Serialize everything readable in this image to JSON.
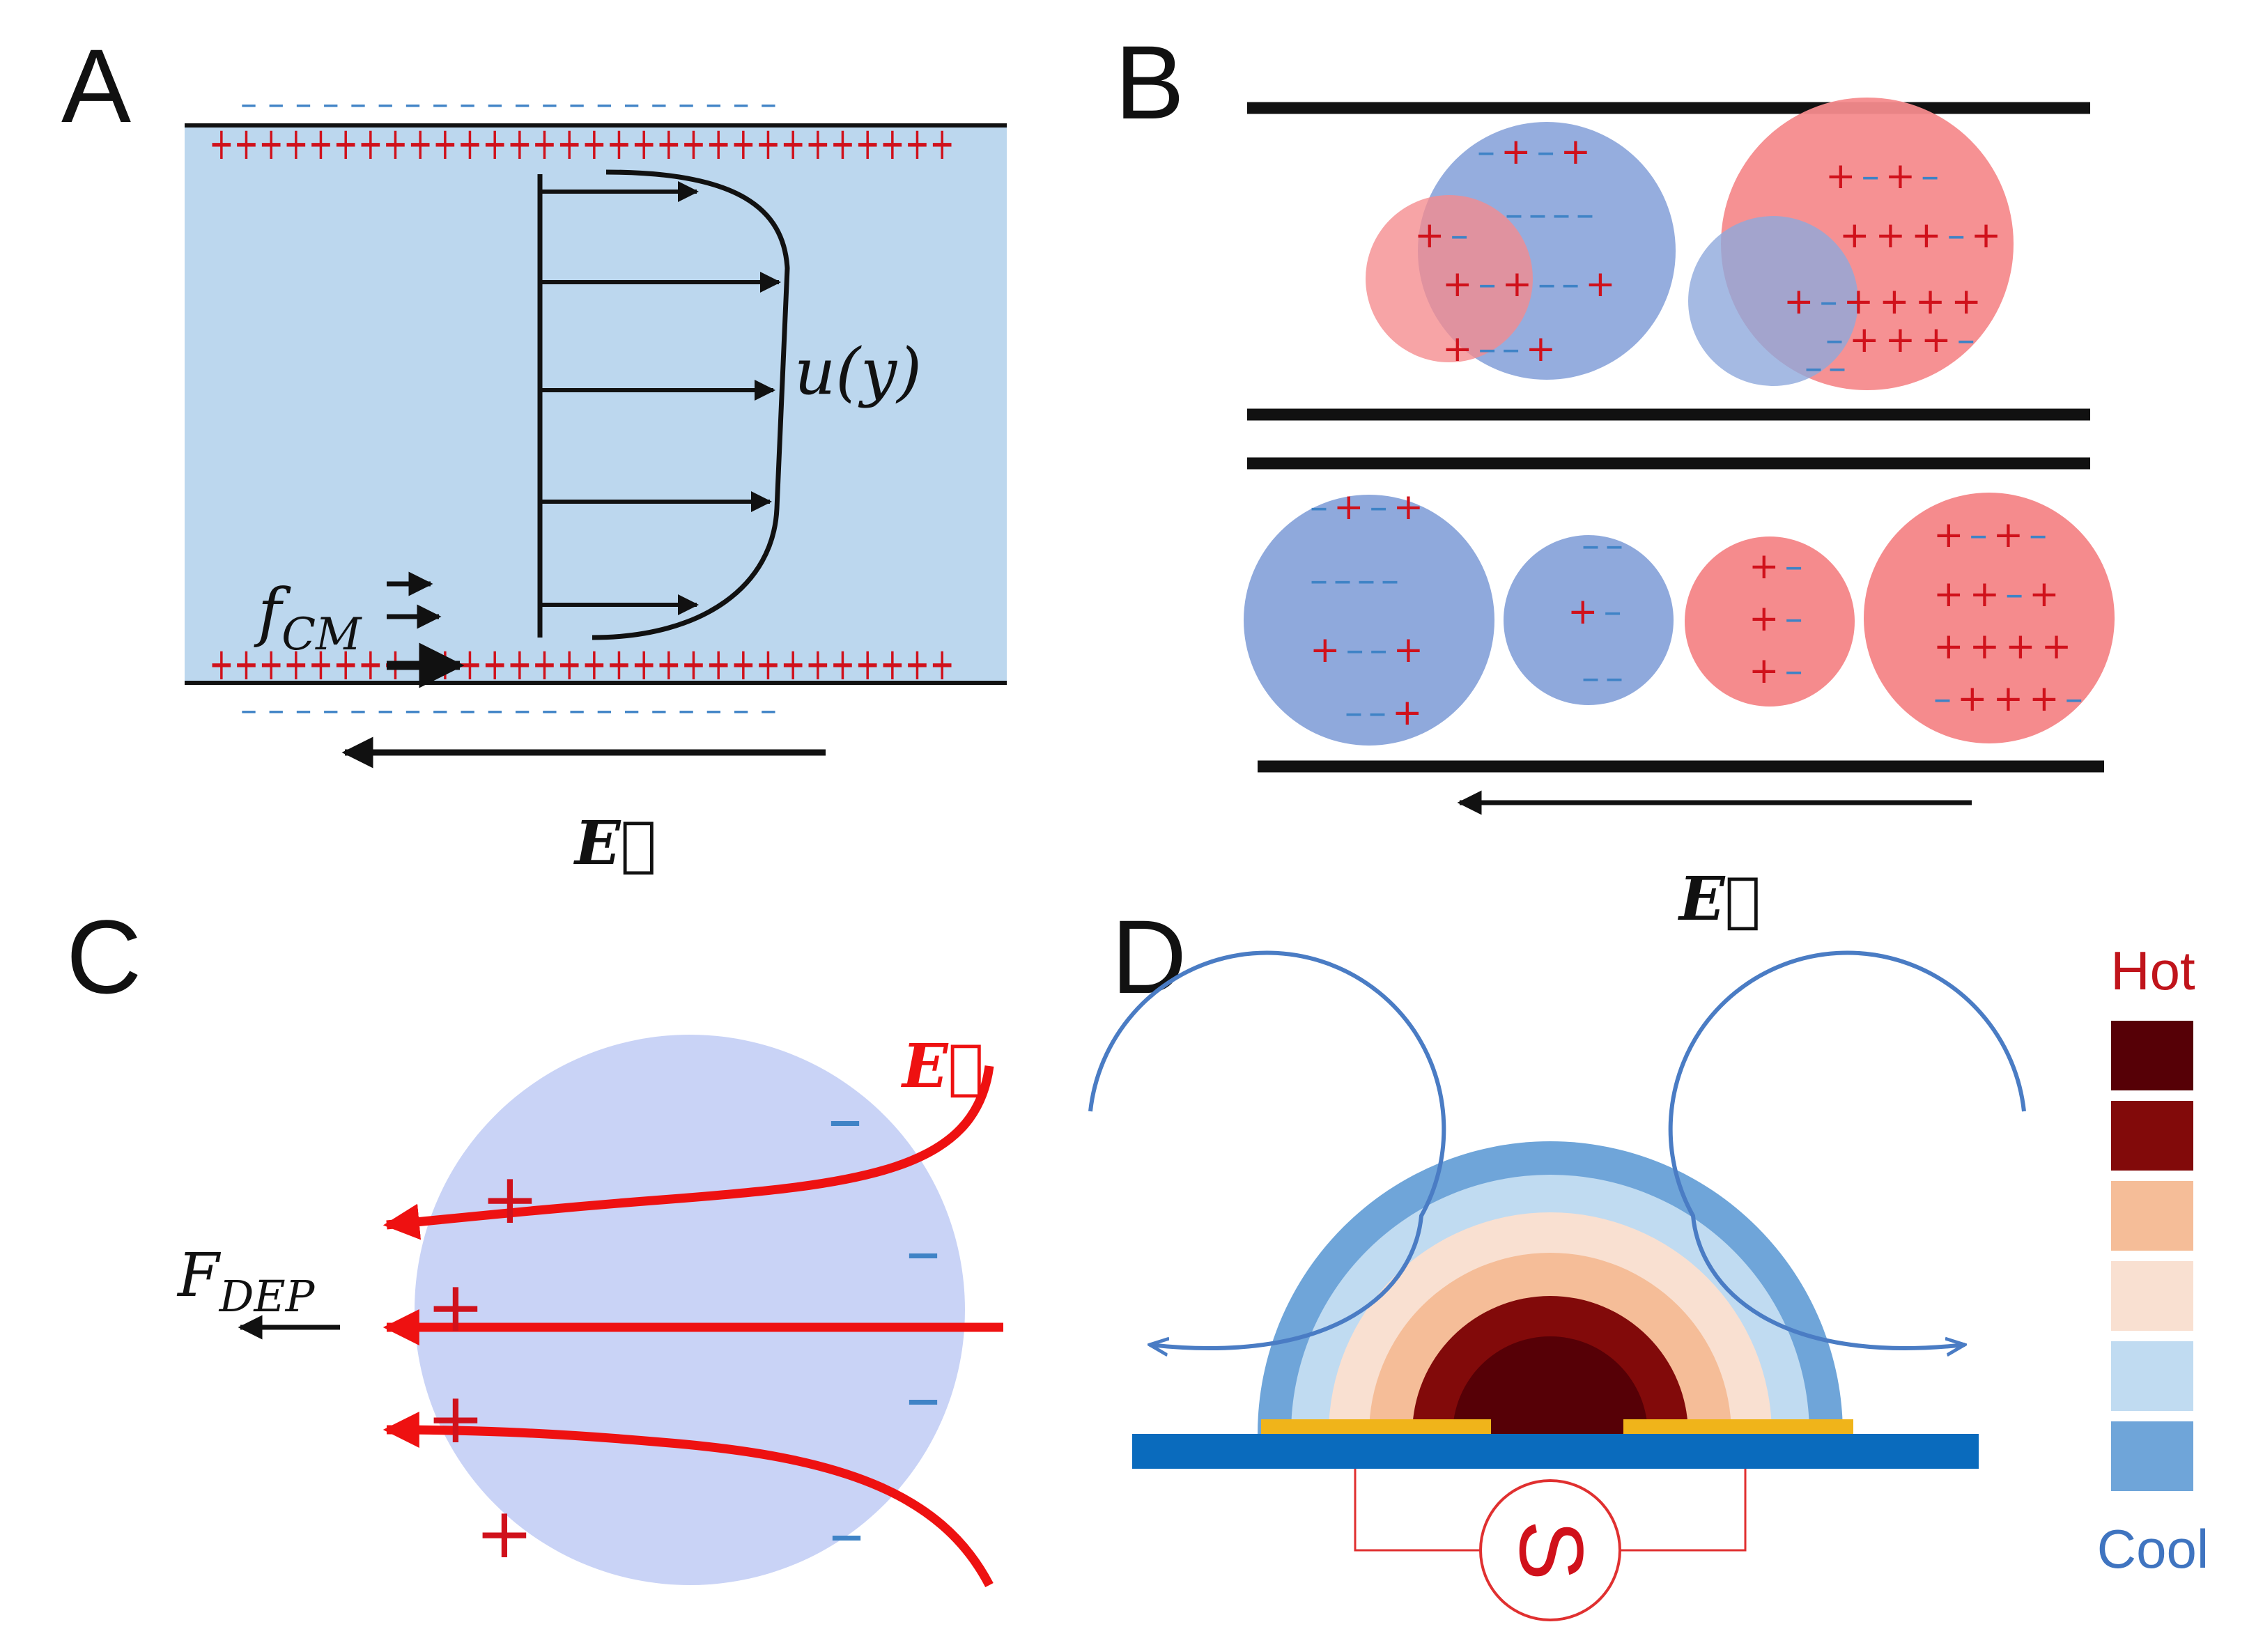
{
  "panels": {
    "A": {
      "letter": "A",
      "velocity_label": "u(y)",
      "force_label_main": "f",
      "force_label_sub": "CM",
      "field_label": "E⃗",
      "plus_row": "++++++++++++++++++++++++++++++",
      "minus_row": "– – – – – – – – – – – – – – – – – – – –"
    },
    "B": {
      "letter": "B",
      "field_label": "E⃗"
    },
    "C": {
      "letter": "C",
      "force_label_main": "F",
      "force_label_sub": "DEP",
      "field_label": "E⃗",
      "plus_sign": "+",
      "minus_sign": "–"
    },
    "D": {
      "letter": "D",
      "legend_hot": "Hot",
      "legend_cool": "Cool",
      "source_symbol": "S"
    }
  },
  "colors": {
    "channel_fill": "#bcd7ee",
    "plus": "#d0111b",
    "minus": "#3f83c6",
    "droplet_blue": "#8fa9dc",
    "droplet_red": "#f58b8d",
    "sphere_C": "#c9d3f6",
    "field_red": "#ee1111",
    "legend_scale": [
      "#560006",
      "#820a0a",
      "#f5bd98",
      "#f9e0d1",
      "#c0dbf1",
      "#6fa5d9"
    ]
  }
}
